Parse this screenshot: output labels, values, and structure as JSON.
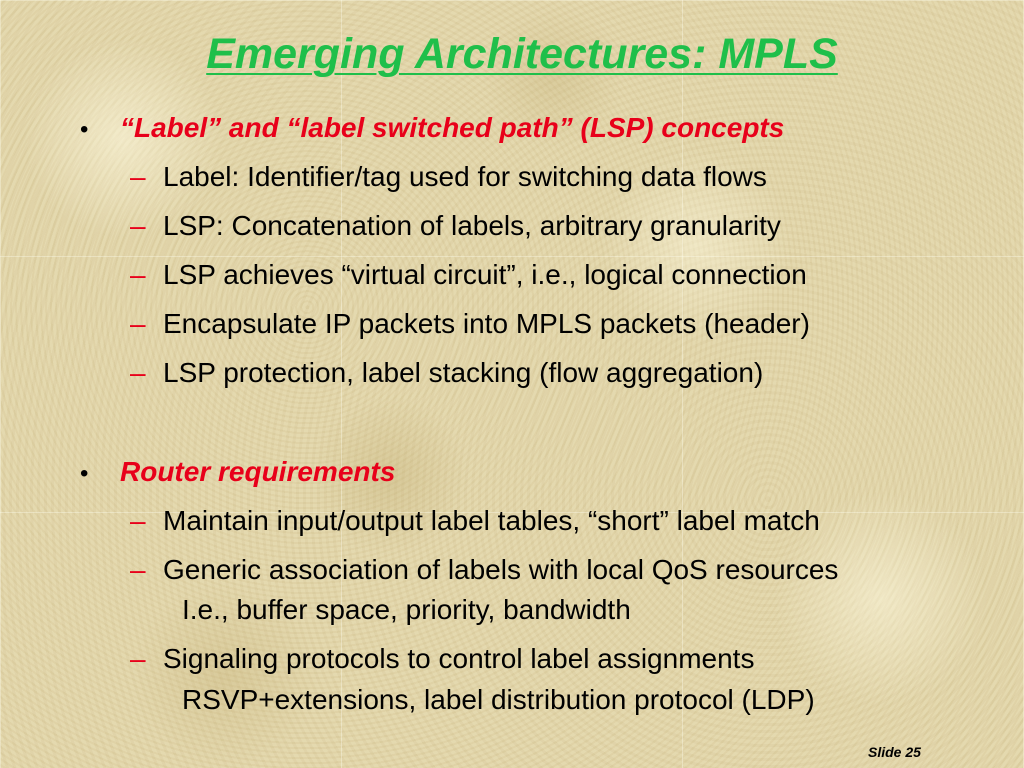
{
  "slide": {
    "title": "Emerging Architectures: MPLS",
    "footer": "Slide 25",
    "sections": [
      {
        "heading": "“Label” and “label switched path” (LSP) concepts",
        "items": [
          "Label: Identifier/tag used for switching data flows",
          "LSP: Concatenation of labels, arbitrary granularity",
          "LSP achieves “virtual circuit”, i.e., logical connection",
          "Encapsulate IP packets into MPLS packets (header)",
          "LSP protection, label stacking (flow aggregation)"
        ]
      },
      {
        "heading": "Router requirements",
        "items": [
          "Maintain input/output label tables, “short” label match",
          "Generic association of labels with local QoS resources",
          "Signaling protocols to control label assignments"
        ],
        "continuations": [
          "I.e., buffer space, priority, bandwidth",
          "RSVP+extensions, label distribution protocol (LDP)"
        ]
      }
    ],
    "bullet_glyph": "•",
    "dash_glyph": "–",
    "colors": {
      "title": "#1fbf4a",
      "heading": "#e8001a",
      "dash": "#e8001a",
      "body": "#000000",
      "background": "#e2d5a9"
    }
  }
}
